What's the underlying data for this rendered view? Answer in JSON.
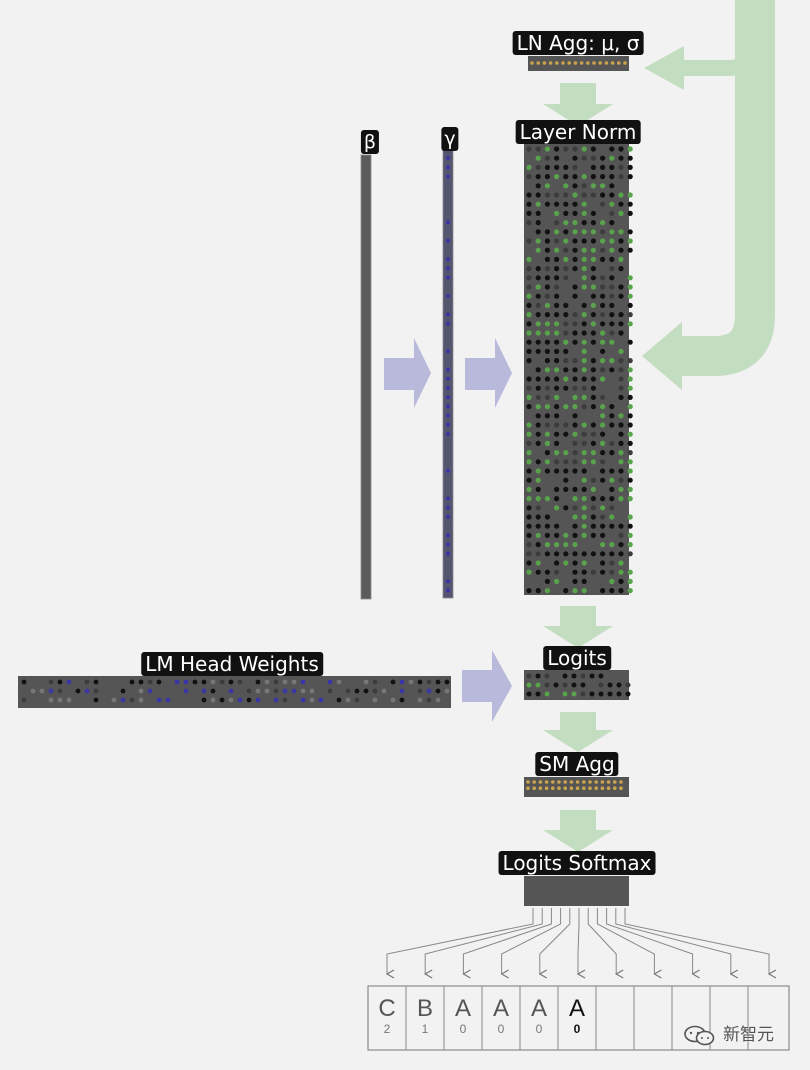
{
  "labels": {
    "ln_agg": "LN Agg: μ, σ",
    "layer_norm": "Layer Norm",
    "beta": "β",
    "gamma": "γ",
    "lm_head_weights": "LM Head Weights",
    "logits": "Logits",
    "sm_agg": "SM Agg",
    "logits_softmax": "Logits Softmax"
  },
  "tokens": [
    {
      "char": "C",
      "index": "2",
      "current": false
    },
    {
      "char": "B",
      "index": "1",
      "current": false
    },
    {
      "char": "A",
      "index": "0",
      "current": false
    },
    {
      "char": "A",
      "index": "0",
      "current": false
    },
    {
      "char": "A",
      "index": "0",
      "current": false
    },
    {
      "char": "A",
      "index": "0",
      "current": true
    },
    {
      "char": "",
      "index": "",
      "current": false
    },
    {
      "char": "",
      "index": "",
      "current": false
    },
    {
      "char": "",
      "index": "",
      "current": false
    },
    {
      "char": "",
      "index": "",
      "current": false
    },
    {
      "char": "",
      "index": "",
      "current": false
    }
  ],
  "watermark": "新智元",
  "colors": {
    "flow_arrow": "#c2ddbf",
    "input_arrow": "#b9b9dc",
    "block_dark": "#555555",
    "dot_green": "#5aa34d",
    "dot_blue": "#3a36a8",
    "dot_gold": "#c9a44c",
    "label_bg": "#111111"
  },
  "icons": {
    "watermark_logo": "wechat-bubble-icon"
  }
}
